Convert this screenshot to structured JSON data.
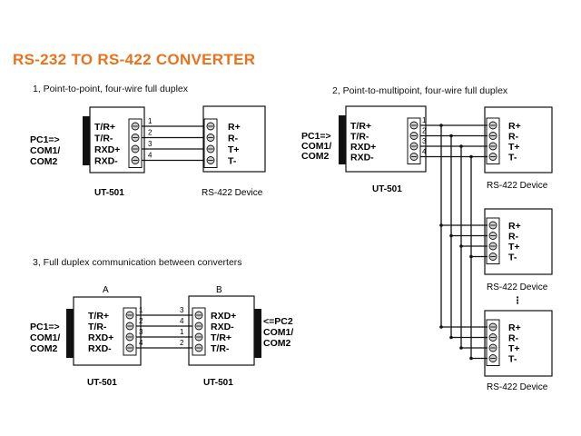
{
  "title": "RS-232 TO RS-422 CONVERTER",
  "sections": {
    "s1": "1, Point-to-point, four-wire full duplex",
    "s2": "2, Point-to-multipoint, four-wire full duplex",
    "s3": "3, Full duplex communication between converters"
  },
  "converter": {
    "name": "UT-501",
    "pins": [
      "T/R+",
      "T/R-",
      "RXD+",
      "RXD-"
    ],
    "pins_b": [
      "RXD+",
      "RXD-",
      "T/R+",
      "T/R-"
    ],
    "pc_left": [
      "PC1=>",
      "COM1/",
      "COM2"
    ],
    "pc_right": [
      "<=PC2",
      "COM1/",
      "COM2"
    ],
    "label_a": "A",
    "label_b": "B"
  },
  "device": {
    "name": "RS-422 Device",
    "pins": [
      "R+",
      "R-",
      "T+",
      "T-"
    ]
  },
  "wires": {
    "numbers": [
      "1",
      "2",
      "3",
      "4"
    ],
    "cross_b": [
      "3",
      "4",
      "1",
      "2"
    ]
  },
  "ellipsis": "⋮",
  "colors": {
    "accent": "#e8731f",
    "line": "#111111",
    "terminal": "#cfcfcf"
  }
}
